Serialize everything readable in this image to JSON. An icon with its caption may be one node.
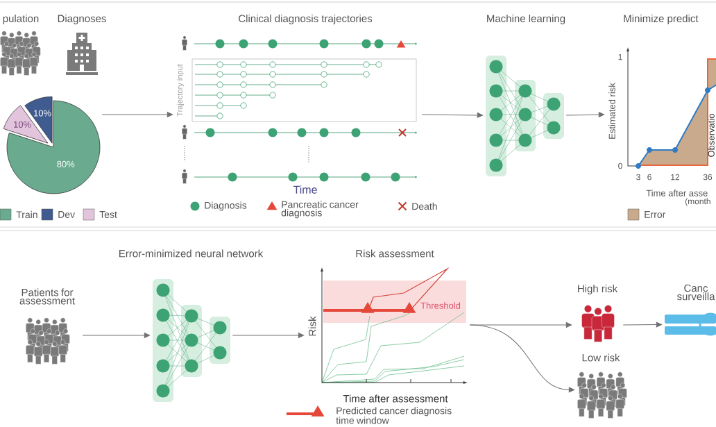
{
  "diagram": {
    "nodes": [
      {
        "text": [
          "pulation"
        ]
      },
      {
        "text": [
          "Diagnoses"
        ]
      },
      {
        "text": [
          "10%",
          "10%",
          "80%"
        ]
      },
      {
        "text": [
          "Clinical diagnosis trajectories"
        ]
      },
      {
        "text": [
          "Machine learning"
        ]
      },
      {
        "text": [
          "Minimize predict"
        ]
      },
      {
        "text": [
          "Patients for assessment"
        ]
      },
      {
        "text": [
          "Error-minimized neural network"
        ]
      },
      {
        "text": [
          "Risk assessment"
        ]
      },
      {
        "text": [
          "High risk"
        ]
      },
      {
        "text": [
          "Low risk"
        ]
      },
      {
        "text": [
          "Canc surveilla"
        ]
      }
    ],
    "edges": [
      {
        "from": 2,
        "to": 3,
        "arrow": "to"
      },
      {
        "from": 3,
        "to": 4,
        "arrow": "to"
      },
      {
        "from": 4,
        "to": 5,
        "arrow": "to"
      },
      {
        "from": 6,
        "to": 7,
        "arrow": "to"
      },
      {
        "from": 7,
        "to": 8,
        "arrow": "to"
      },
      {
        "from": 8,
        "to": 9,
        "arrow": "to"
      },
      {
        "from": 8,
        "to": 10,
        "arrow": "to"
      },
      {
        "from": 9,
        "to": 11,
        "arrow": "to"
      }
    ],
    "labels": [
      "Trajectory input",
      "Time",
      "1",
      "0",
      "Estimated risk",
      "3",
      "6",
      "12",
      "36",
      "Time after asse",
      "(month",
      "Observatio",
      "Risk",
      "Threshold",
      "Time after assessment"
    ],
    "legend": [
      {
        "text": "Train",
        "color": "#6aaa8e"
      },
      {
        "text": "Dev",
        "color": "#3f5b8f"
      },
      {
        "text": "Test",
        "color": "#e2c4dd"
      },
      {
        "text": "Diagnosis"
      },
      {
        "text": "Pancreatic cancer diagnosis"
      },
      {
        "text": "Death"
      },
      {
        "text": "Error",
        "color": "#c9aa8d"
      },
      {
        "text": "Predicted cancer diagnosis time window"
      }
    ]
  }
}
